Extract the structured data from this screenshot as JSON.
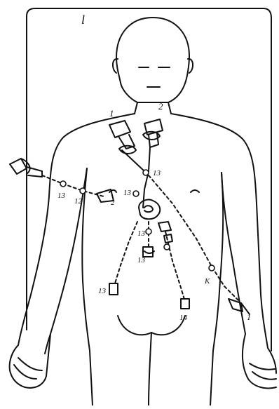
{
  "figure": {
    "corner_mark": "l",
    "ink_color": "#111111",
    "paper_color": "#ffffff"
  },
  "labels": {
    "tube_top_left": "1",
    "tube_top_right": "2",
    "left_side_a": "13",
    "left_side_b": "12",
    "left_side_c": "2",
    "center_upper": "13",
    "center_left": "13",
    "center_mid": "13",
    "center_lower": "13",
    "lower_left_vessel": "13",
    "lower_right_vessel": "14",
    "right_arm": "1",
    "right_side": "K"
  }
}
